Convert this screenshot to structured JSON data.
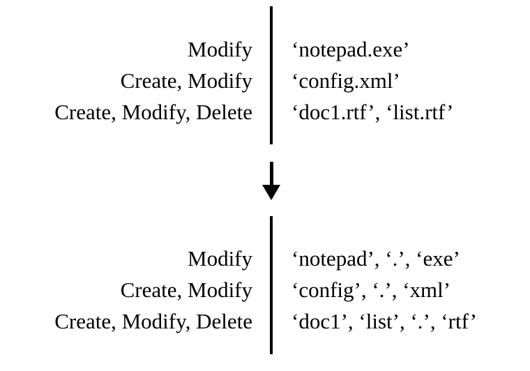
{
  "figure": {
    "type": "diagram",
    "description": "Two-stage transformation diagram showing file event records before and after tokenization",
    "arrow": "downward-arrow"
  },
  "blocks": [
    {
      "id": "before",
      "rows": [
        {
          "actions": "Modify",
          "tokens": "‘notepad.exe’"
        },
        {
          "actions": "Create, Modify",
          "tokens": "‘config.xml’"
        },
        {
          "actions": "Create, Modify, Delete",
          "tokens": "‘doc1.rtf’, ‘list.rtf’"
        }
      ]
    },
    {
      "id": "after",
      "rows": [
        {
          "actions": "Modify",
          "tokens": "‘notepad’, ‘.’, ‘exe’"
        },
        {
          "actions": "Create, Modify",
          "tokens": "‘config’, ‘.’, ‘xml’"
        },
        {
          "actions": "Create, Modify, Delete",
          "tokens": "‘doc1’, ‘list’, ‘.’, ‘rtf’"
        }
      ]
    }
  ],
  "colors": {
    "foreground": "#000000",
    "background": "#ffffff"
  }
}
